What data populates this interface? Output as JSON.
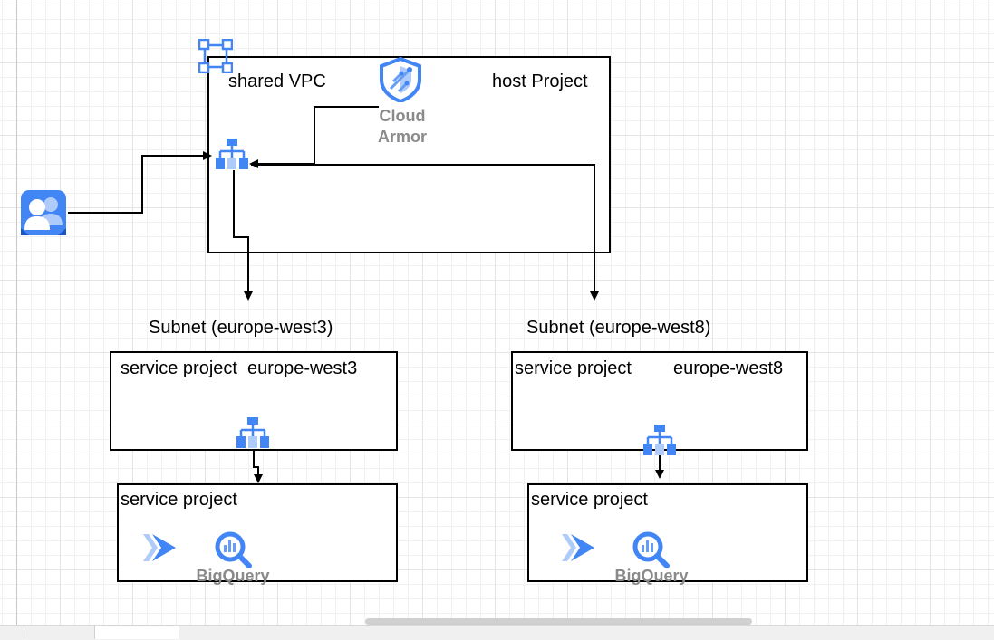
{
  "diagram": {
    "host": {
      "vpc_label": "shared VPC",
      "project_label": "host Project",
      "armor_label": "Cloud Armor"
    },
    "subnets": [
      {
        "label": "Subnet (europe-west3)"
      },
      {
        "label": "Subnet (europe-west8)"
      }
    ],
    "projects": [
      {
        "label": "service project  europe-west3"
      },
      {
        "label": "service project"
      },
      {
        "label_left": "service project",
        "label_right": "europe-west8"
      },
      {
        "label": "service project"
      }
    ],
    "bigquery_label": "BigQuery",
    "colors": {
      "icon_blue_dark": "#4285f4",
      "icon_blue_light": "#aecbfa",
      "icon_label_gray": "#8a8a8a",
      "grid": "#e4e4e4"
    }
  }
}
